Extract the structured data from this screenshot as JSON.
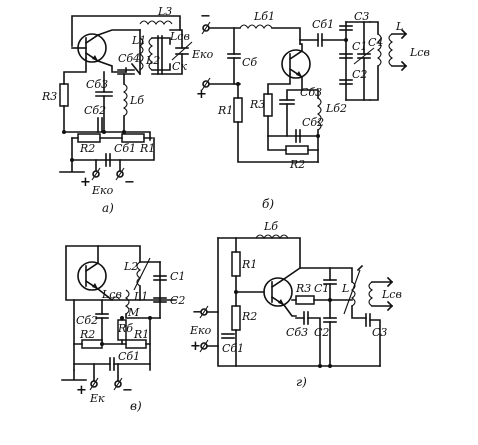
{
  "figure": {
    "panels": [
      {
        "caption": "а)",
        "labels": [
          "L3",
          "L1",
          "Lсв",
          "L2",
          "Cк",
          "Cб4",
          "Cб3",
          "Cб2",
          "Lб",
          "R3",
          "R2",
          "Cб1",
          "R1",
          "Eко"
        ],
        "supply_signs": [
          "+",
          "−"
        ]
      },
      {
        "caption": "б)",
        "labels": [
          "Lб1",
          "Cб1",
          "C3",
          "C1",
          "C4",
          "L",
          "Lсв",
          "C2",
          "Eко",
          "Cб",
          "R1",
          "R3",
          "Cб3",
          "Lб2",
          "Cб2",
          "R2"
        ],
        "supply_signs": [
          "−",
          "+"
        ]
      },
      {
        "caption": "в)",
        "labels": [
          "L2",
          "C1",
          "C2",
          "Lсв",
          "L1",
          "Cб2",
          "M",
          "R2",
          "Rб",
          "R1",
          "Cб1",
          "Eк"
        ],
        "supply_signs": [
          "+",
          "−"
        ]
      },
      {
        "caption": "г)",
        "labels": [
          "Lб",
          "R1",
          "R3",
          "C1",
          "L",
          "Lсв",
          "R2",
          "Cб3",
          "C2",
          "C3",
          "Eко",
          "Cб1"
        ],
        "supply_signs": [
          "−",
          "+"
        ]
      }
    ]
  }
}
